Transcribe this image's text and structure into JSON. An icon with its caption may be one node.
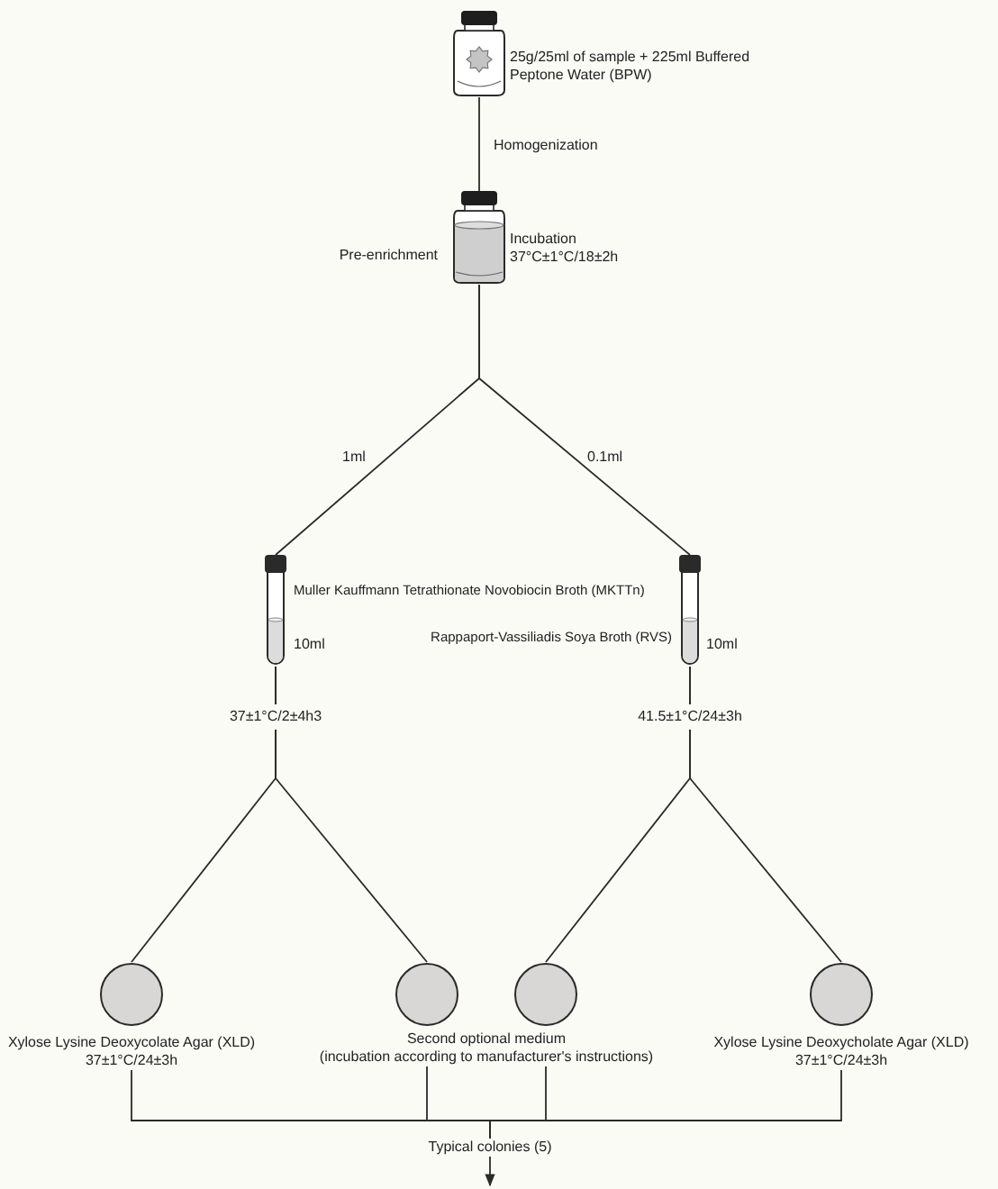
{
  "diagram": {
    "nodes": [
      {
        "text": [],
        "shape": "picture",
        "beside": [
          "25g/25ml of sample + 225ml Buffered Peptone Water (BPW)"
        ]
      },
      {
        "text": [],
        "shape": "picture",
        "beside": [
          "Pre-enrichment",
          "Incubation 37°C±1°C/18±2h"
        ]
      },
      {
        "text": [],
        "shape": "picture",
        "beside": [
          "Muller Kauffmann Tetrathionate Novobiocin Broth (MKTTn)",
          "10ml"
        ]
      },
      {
        "text": [],
        "shape": "picture",
        "beside": [
          "Rappaport-Vassiliadis Soya Broth (RVS)",
          "10ml"
        ]
      },
      {
        "text": [],
        "shape": "circle",
        "beside": [
          "Xylose Lysine Deoxycolate Agar (XLD)",
          "37±1°C/24±3h"
        ]
      },
      {
        "text": [],
        "shape": "circle"
      },
      {
        "text": [],
        "shape": "circle"
      },
      {
        "text": [],
        "shape": "circle",
        "beside": [
          "Xylose Lysine Deoxycholate Agar (XLD)",
          "37±1°C/24±3h"
        ]
      },
      {
        "text": [
          "Second optional medium",
          "(incubation according to manufacturer's instructions)"
        ]
      },
      {
        "text": [
          "Typical colonies (5)"
        ]
      }
    ],
    "edges": [
      {
        "from": 0,
        "to": 1,
        "arrow": "none",
        "label": "Homogenization"
      },
      {
        "from": 1,
        "to": 2,
        "arrow": "none",
        "label": "1ml"
      },
      {
        "from": 1,
        "to": 3,
        "arrow": "none",
        "label": "0.1ml"
      },
      {
        "from": 2,
        "to": 4,
        "arrow": "none",
        "label": "37±1°C/2±4h3"
      },
      {
        "from": 2,
        "to": 5,
        "arrow": "none"
      },
      {
        "from": 3,
        "to": 6,
        "arrow": "none",
        "label": "41.5±1°C/24±3h"
      },
      {
        "from": 3,
        "to": 7,
        "arrow": "none"
      },
      {
        "from": 4,
        "to": 9,
        "arrow": "none"
      },
      {
        "from": 8,
        "to": 9,
        "arrow": "none"
      },
      {
        "from": 8,
        "to": 9,
        "arrow": "none"
      },
      {
        "from": 7,
        "to": 9,
        "arrow": "none"
      },
      {
        "from": 9,
        "to": null,
        "arrow": "to"
      }
    ]
  }
}
